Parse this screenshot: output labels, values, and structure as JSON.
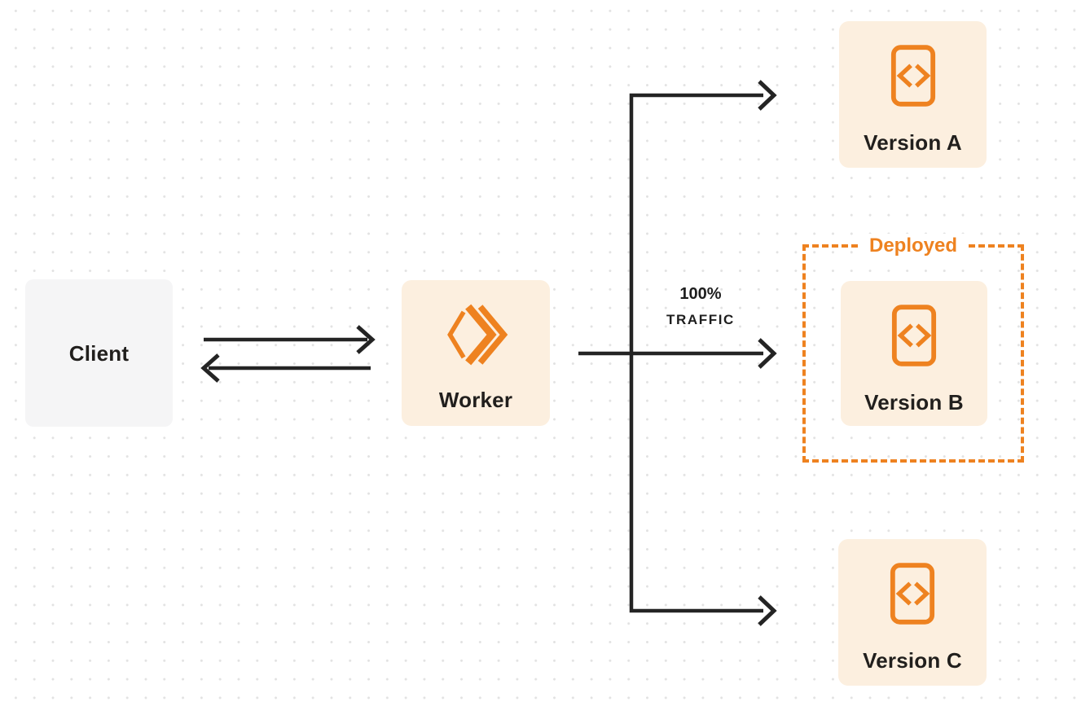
{
  "diagram": {
    "background": {
      "pattern": "dot-grid",
      "dot_color": "#E2E2E2",
      "bg_color": "#FFFFFF"
    },
    "colors": {
      "accent_orange": "#EE8220",
      "node_cream": "#FCEFDF",
      "node_gray": "#F5F5F6",
      "line_dark": "#242424",
      "text_dark": "#211F1D"
    },
    "client": {
      "label": "Client"
    },
    "worker": {
      "label": "Worker",
      "icon": "workers-logo-icon"
    },
    "traffic_label": {
      "percent": "100%",
      "caption": "TRAFFIC"
    },
    "deployed_group": {
      "label": "Deployed"
    },
    "versions": [
      {
        "label": "Version A",
        "icon": "code-file-icon"
      },
      {
        "label": "Version B",
        "icon": "code-file-icon",
        "in_group": "Deployed"
      },
      {
        "label": "Version C",
        "icon": "code-file-icon"
      }
    ],
    "arrows": [
      {
        "name": "client-to-worker",
        "direction": "right"
      },
      {
        "name": "worker-to-client",
        "direction": "left"
      },
      {
        "name": "worker-to-version-a",
        "direction": "right"
      },
      {
        "name": "worker-to-version-b",
        "direction": "right",
        "label": "100% TRAFFIC"
      },
      {
        "name": "worker-to-version-c",
        "direction": "right"
      }
    ]
  }
}
